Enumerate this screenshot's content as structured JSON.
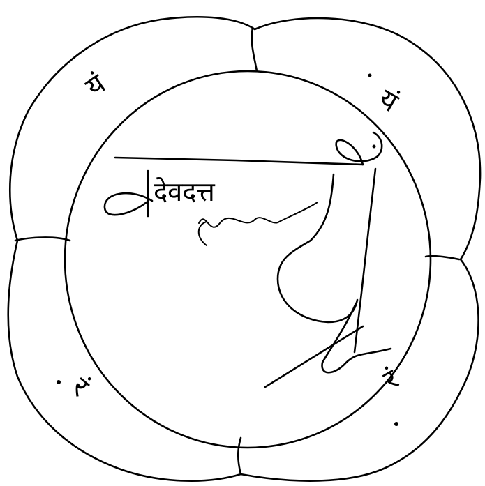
{
  "petal_syllables": {
    "top_left": "यं",
    "top_right": "यं",
    "bottom_left": "रं",
    "bottom_right": "रं"
  },
  "center_name": "देवदत्त"
}
